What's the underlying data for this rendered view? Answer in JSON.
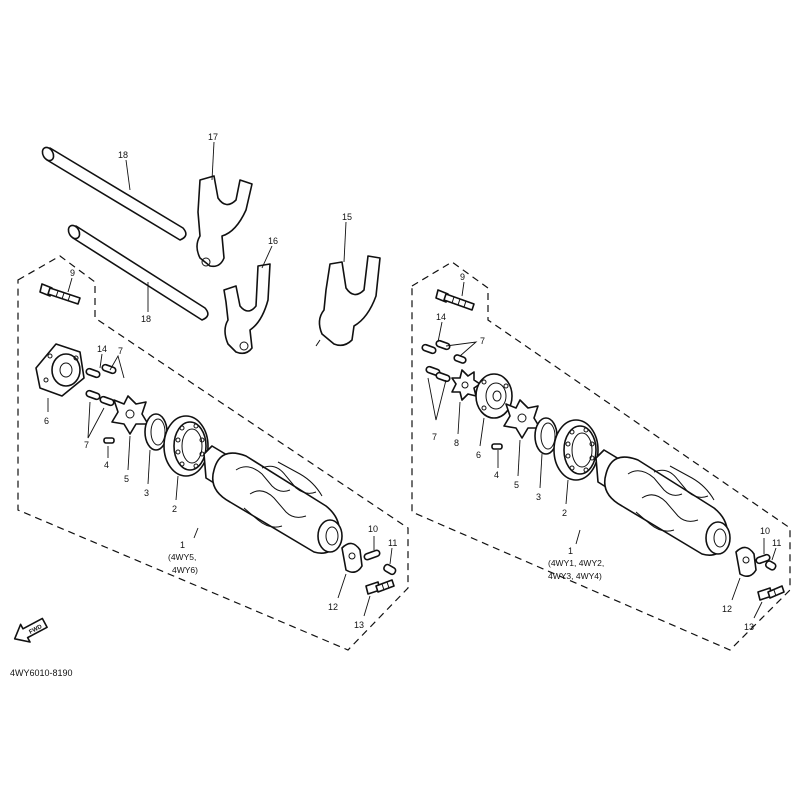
{
  "diagram": {
    "drawing_code": "4WY6010-8190",
    "front_arrow_label": "FWD",
    "left_group": {
      "assembly_note_line1": "(4WY5,",
      "assembly_note_line2": "4WY6)",
      "callouts": {
        "c1": "1",
        "c2": "2",
        "c3": "3",
        "c4": "4",
        "c5": "5",
        "c6": "6",
        "c7a": "7",
        "c7b": "7",
        "c9": "9",
        "c10": "10",
        "c11": "11",
        "c12": "12",
        "c13": "13",
        "c14": "14"
      }
    },
    "right_group": {
      "assembly_note_line1": "(4WY1, 4WY2,",
      "assembly_note_line2": "4WY3, 4WY4)",
      "callouts": {
        "c1": "1",
        "c2": "2",
        "c3": "3",
        "c4": "4",
        "c5": "5",
        "c6": "6",
        "c7a": "7",
        "c7b": "7",
        "c8": "8",
        "c9": "9",
        "c10": "10",
        "c11": "11",
        "c12": "12",
        "c13": "13",
        "c14": "14"
      }
    },
    "shared_callouts": {
      "c15": "15",
      "c16": "16",
      "c17": "17",
      "c18a": "18",
      "c18b": "18"
    }
  }
}
